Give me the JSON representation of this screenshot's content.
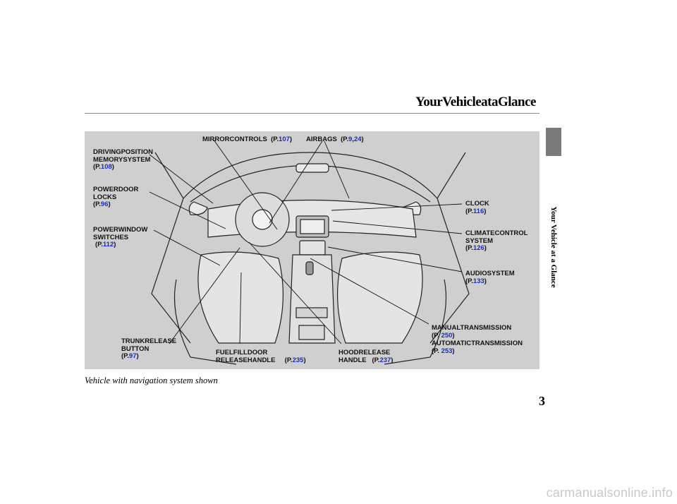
{
  "header": {
    "title": "YourVehicleataGlance"
  },
  "side_tab": {
    "label": "Your Vehicle at a Glance"
  },
  "labels": {
    "mirror_controls": {
      "text": "MIRRORCONTROLS",
      "pre": "(P.",
      "num": "107",
      "post": ")"
    },
    "airbags": {
      "text": "AIRBAGS",
      "pre": "(P.",
      "num1": "9",
      "sep": ",",
      "num2": "24",
      "post": ")"
    },
    "driving_position": {
      "line1": "DRIVINGPOSITION",
      "line2": "MEMORYSYSTEM",
      "pre": "(P.",
      "num": "108",
      "post": ")"
    },
    "power_door_locks": {
      "line1": "POWERDOOR",
      "line2": "LOCKS",
      "pre": "(P.",
      "num": "96",
      "post": ")"
    },
    "power_window": {
      "line1": "POWERWINDOW",
      "line2": "SWITCHES",
      "pre": "(P.",
      "num": "112",
      "post": ")"
    },
    "clock": {
      "line1": "CLOCK",
      "pre": "(P.",
      "num": "116",
      "post": ")"
    },
    "climate": {
      "line1": "CLIMATECONTROL",
      "line2": "SYSTEM",
      "pre": "(P.",
      "num": "126",
      "post": ")"
    },
    "audio": {
      "line1": "AUDIOSYSTEM",
      "pre": "(P.",
      "num": "133",
      "post": ")"
    },
    "manual_trans": {
      "line1": "MANUALTRANSMISSION",
      "pre": "(P. ",
      "num": "250",
      "post": ")"
    },
    "auto_trans": {
      "line1": "AUTOMATICTRANSMISSION",
      "pre": "(P. ",
      "num": "253",
      "post": ")"
    },
    "trunk_release": {
      "line1": "TRUNKRELEASE",
      "line2": "BUTTON",
      "pre": "(P.",
      "num": "97",
      "post": ")"
    },
    "fuel_fill": {
      "line1": "FUELFILLDOOR",
      "line2": "RELEASEHANDLE",
      "pre": "(P.",
      "num": "235",
      "post": ")"
    },
    "hood_release": {
      "line1": "HOODRELEASE",
      "line2": "HANDLE",
      "pre": "(P.",
      "num": "237",
      "post": ")"
    }
  },
  "caption": "Vehicle with navigation system shown",
  "page_number": "3",
  "watermark": "carmanualsonline.info",
  "colors": {
    "page_ref_blue": "#1a2fb4",
    "panel_bg": "#cfcfcf"
  }
}
